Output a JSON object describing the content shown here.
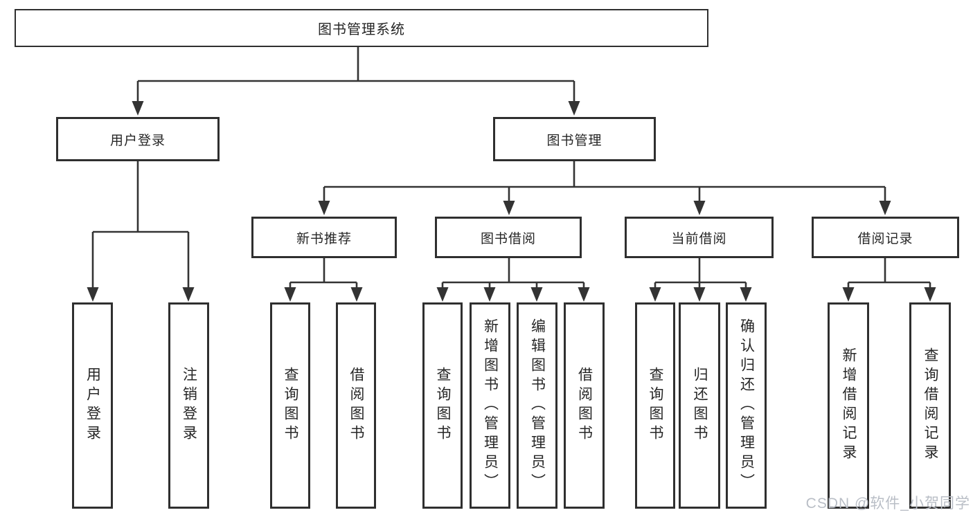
{
  "diagram": {
    "root": "图书管理系统",
    "level2": [
      "用户登录",
      "图书管理"
    ],
    "level3": [
      "新书推荐",
      "图书借阅",
      "当前借阅",
      "借阅记录"
    ],
    "leaves": {
      "user_login": [
        "用户登录",
        "注销登录"
      ],
      "new_book_rec": [
        "查询图书",
        "借阅图书"
      ],
      "book_borrow": [
        "查询图书",
        "新增图书（管理员）",
        "编辑图书（管理员）",
        "借阅图书"
      ],
      "current_borrow": [
        "查询图书",
        "归还图书",
        "确认归还（管理员）"
      ],
      "borrow_record": [
        "新增借阅记录",
        "查询借阅记录"
      ]
    }
  },
  "watermark": "CSDN @软件_小贺同学",
  "colors": {
    "line": "#333333",
    "border": "#2f2f2f",
    "text": "#262626",
    "watermark": "#b9bec6",
    "background": "#ffffff"
  }
}
